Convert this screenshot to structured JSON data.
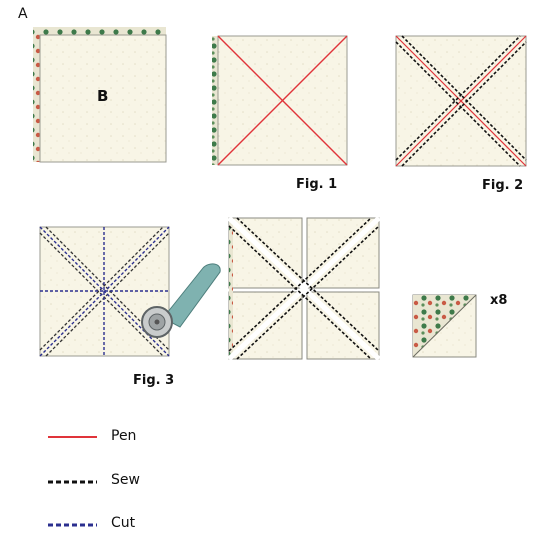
{
  "figure": {
    "panel_label": "A",
    "block_label": "B",
    "fig1_caption": "Fig. 1",
    "fig2_caption": "Fig. 2",
    "fig3_caption": "Fig. 3",
    "multiplier": "x8"
  },
  "legend": {
    "items": [
      {
        "label": "Pen",
        "line_style": "solid",
        "color": "#e0343a"
      },
      {
        "label": "Sew",
        "line_style": "dotted",
        "color": "#111111"
      },
      {
        "label": "Cut",
        "line_style": "dotted",
        "color": "#2b2f8f"
      }
    ]
  },
  "colors": {
    "fabric_background": "#f8f5e6",
    "pen": "#e0343a",
    "sew": "#111111",
    "cut": "#2b2f8f",
    "cutter_handle": "#7fb2b0"
  }
}
